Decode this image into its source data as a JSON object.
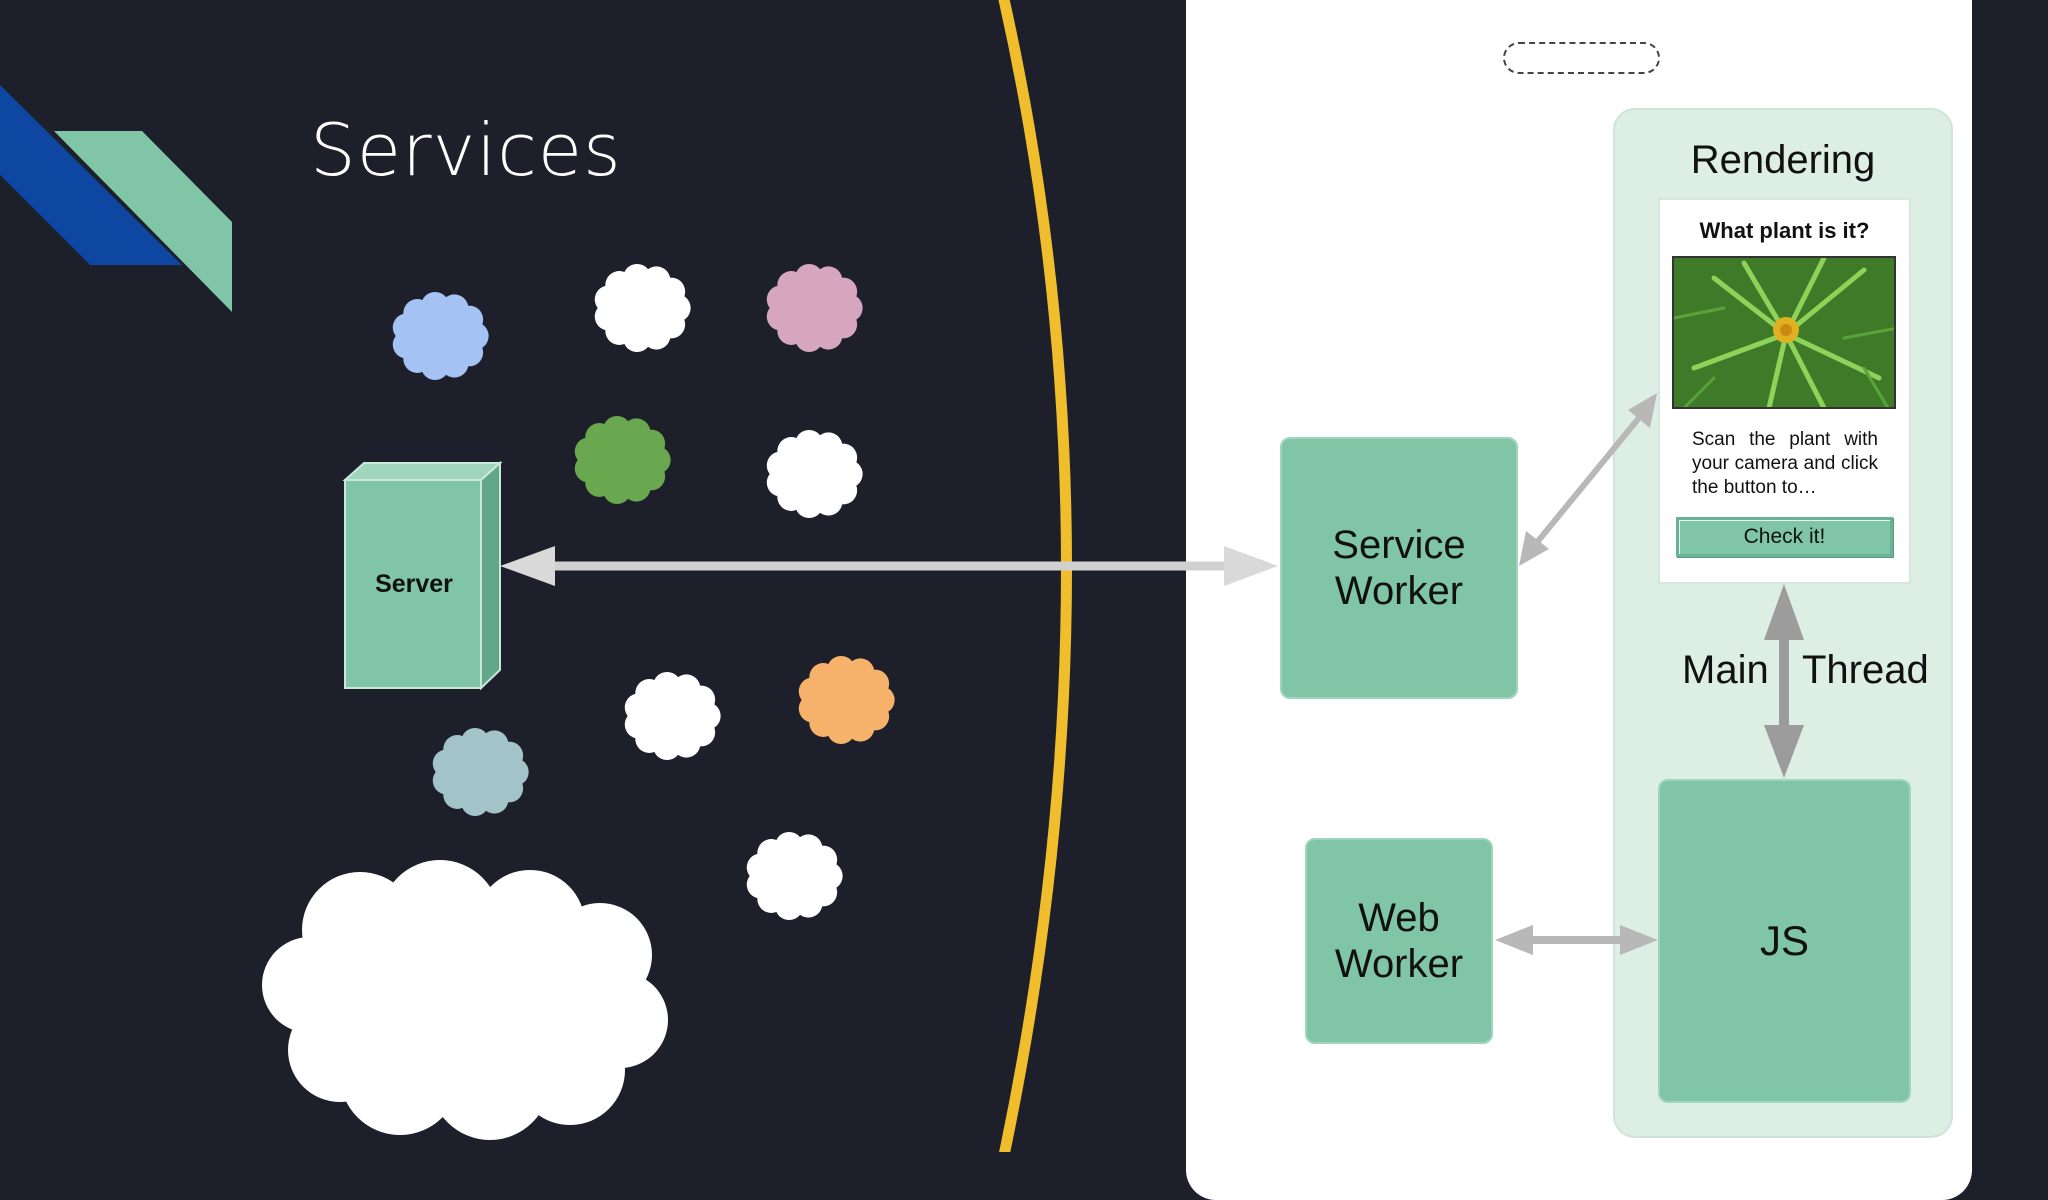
{
  "slide": {
    "title": "Services"
  },
  "server": {
    "label": "Server"
  },
  "browser": {
    "service_worker_line1": "Service",
    "service_worker_line2": "Worker",
    "web_worker_line1": "Web",
    "web_worker_line2": "Worker",
    "rendering_label": "Rendering",
    "main_thread_word1": "Main",
    "main_thread_word2": "Thread",
    "js_label": "JS"
  },
  "app_card": {
    "question": "What plant is it?",
    "description": "Scan the plant with your camera and click the button to…",
    "button_label": "Check it!"
  },
  "colors": {
    "background": "#1d1f2b",
    "accent_green": "#80c6a6",
    "accent_blue": "#0d47a1",
    "divider_yellow": "#f0bd2d",
    "arrow_gray": "#a8a8a8",
    "panel_tint": "#ddeee5"
  },
  "clouds": [
    {
      "name": "blue-cloud",
      "color": "#a4c2f4"
    },
    {
      "name": "white-cloud",
      "color": "#ffffff"
    },
    {
      "name": "pink-cloud",
      "color": "#d5a6bd"
    },
    {
      "name": "green-cloud",
      "color": "#6aa84f"
    },
    {
      "name": "white-cloud",
      "color": "#ffffff"
    },
    {
      "name": "white-cloud",
      "color": "#ffffff"
    },
    {
      "name": "orange-cloud",
      "color": "#f6b26b"
    },
    {
      "name": "teal-cloud",
      "color": "#a2c4c9"
    },
    {
      "name": "white-cloud",
      "color": "#ffffff"
    },
    {
      "name": "internet-cloud",
      "color": "#ffffff"
    }
  ]
}
